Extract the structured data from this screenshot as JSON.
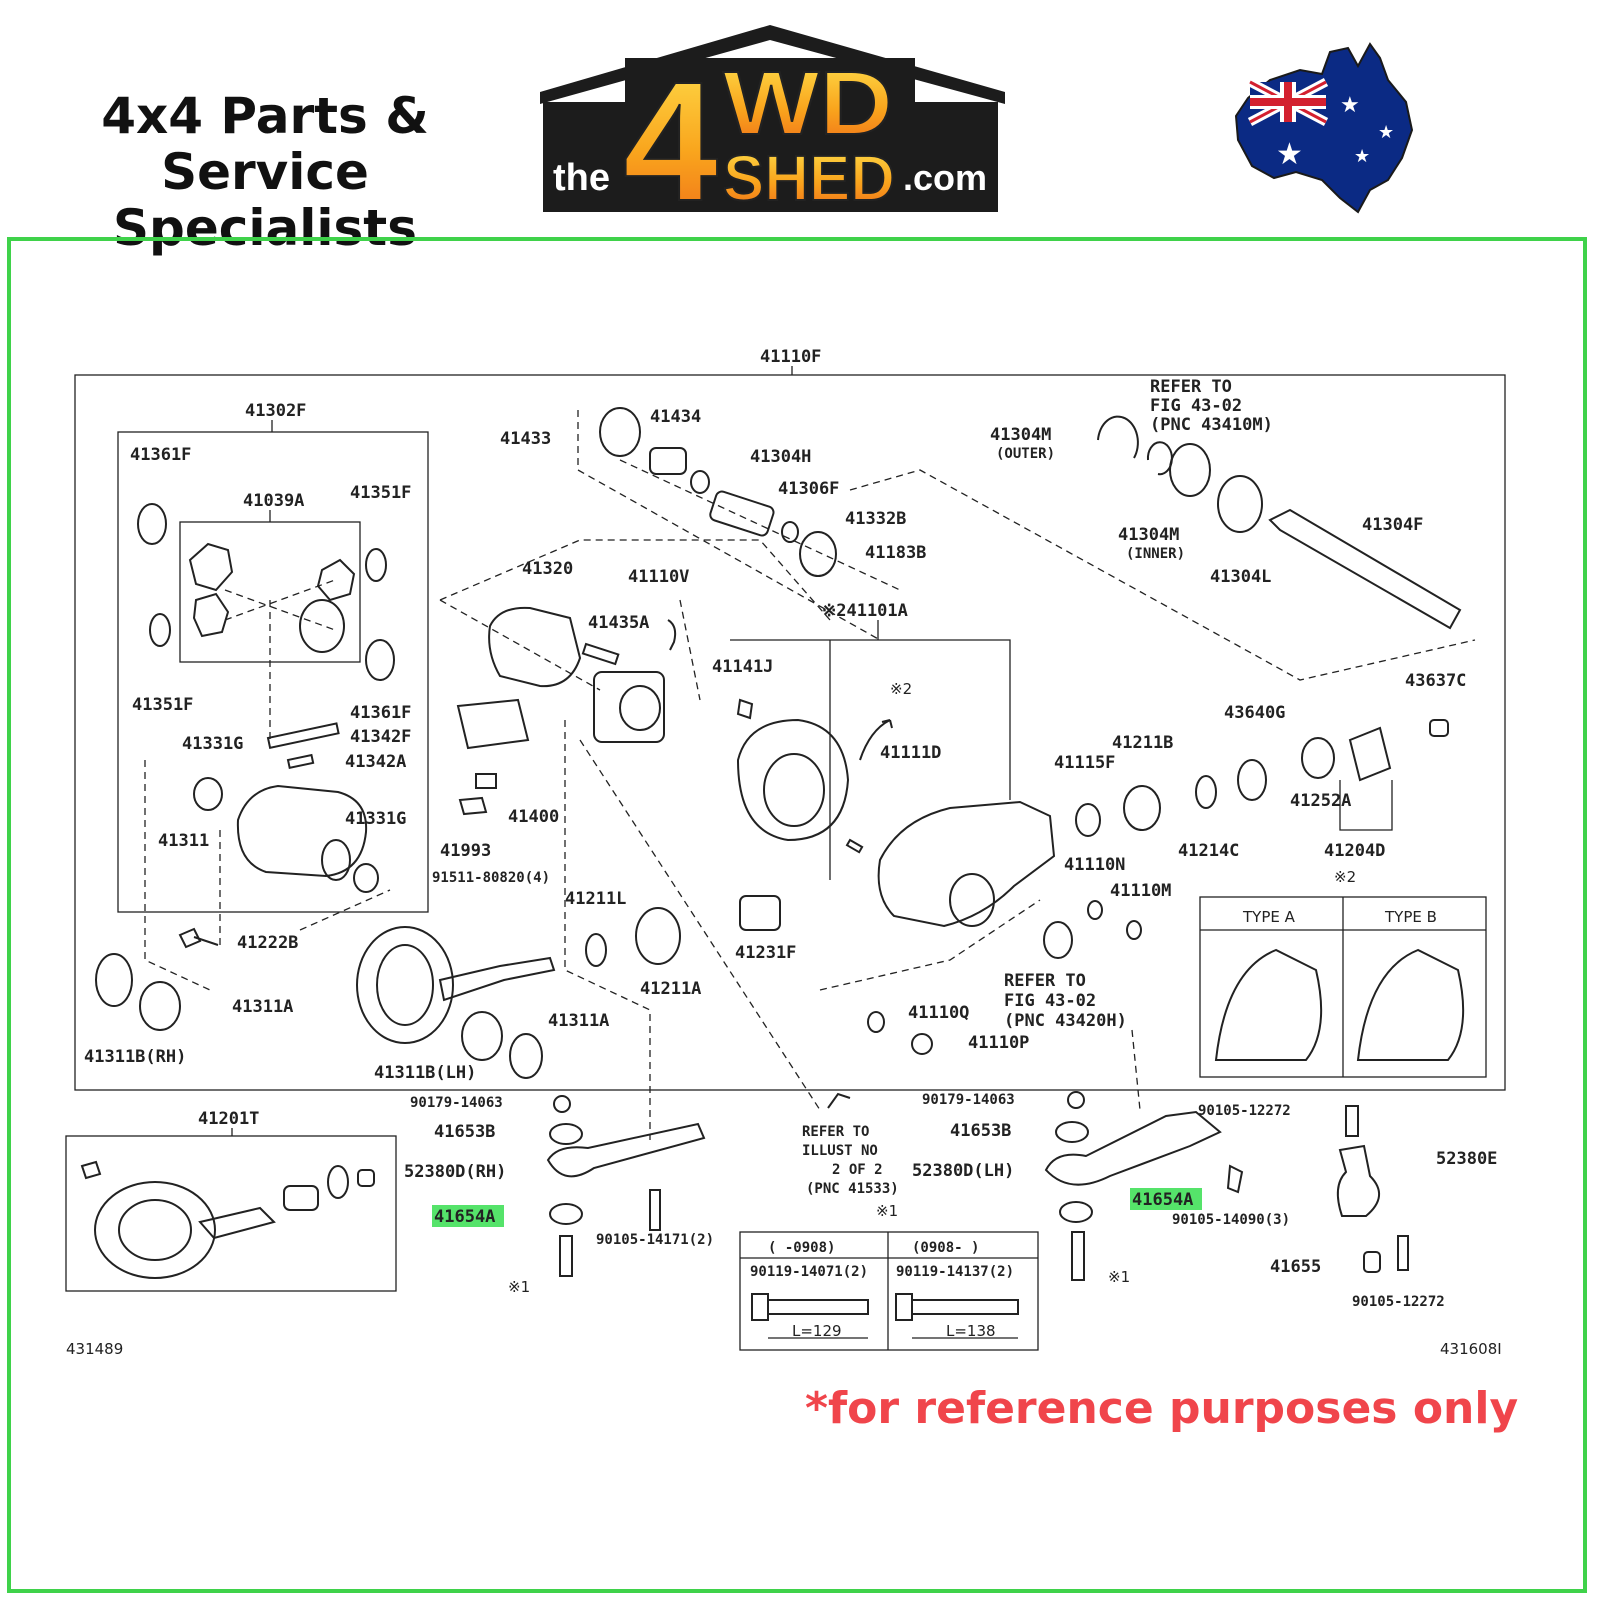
{
  "header": {
    "tagline_line1": "4x4 Parts & Service",
    "tagline_line2": "Specialists",
    "logo_the": "the",
    "logo_4wd": "4WD",
    "logo_shed": "SHED",
    "logo_com": ".com"
  },
  "diagram": {
    "main_assembly": "41110F",
    "figure_left_id": "431489",
    "figure_right_id": "431608I",
    "labels": {
      "p41302F": "41302F",
      "p41361F_top": "41361F",
      "p41039A": "41039A",
      "p41351F_top": "41351F",
      "p41351F_bot": "41351F",
      "p41361F_bot": "41361F",
      "p41342F": "41342F",
      "p41342A": "41342A",
      "p41331G_a": "41331G",
      "p41331G_b": "41331G",
      "p41311": "41311",
      "p41222B": "41222B",
      "p41311A_left": "41311A",
      "p41311B_RH": "41311B(RH)",
      "p41433": "41433",
      "p41434": "41434",
      "p41304H": "41304H",
      "p41306F": "41306F",
      "p41332B": "41332B",
      "p41183B": "41183B",
      "p41320": "41320",
      "p41110V": "41110V",
      "p41435A": "41435A",
      "p41400": "41400",
      "p41993": "41993",
      "p91511": "91511-80820(4)",
      "p41211L": "41211L",
      "p41211A": "41211A",
      "p41311A_mid": "41311A",
      "p41311B_LH": "41311B(LH)",
      "p41101A": "※241101A",
      "p41141J": "41141J",
      "p41111D": "41111D",
      "mark2": "※2",
      "p41231F": "41231F",
      "p41304M_outer": "41304M",
      "outer": "(OUTER)",
      "p41304M_inner": "41304M",
      "inner": "(INNER)",
      "refer_top_1": "REFER TO",
      "refer_top_2": "FIG 43-02",
      "refer_top_3": "(PNC 43410M)",
      "p41304L": "41304L",
      "p41304F": "41304F",
      "p43637C": "43637C",
      "p43640G": "43640G",
      "p41211B": "41211B",
      "p41115F": "41115F",
      "p41252A": "41252A",
      "p41214C": "41214C",
      "p41204D": "41204D",
      "p41110N": "41110N",
      "p41110M": "41110M",
      "refer_mid_1": "REFER TO",
      "refer_mid_2": "FIG 43-02",
      "refer_mid_3": "(PNC 43420H)",
      "p41110Q": "41110Q",
      "p41110P": "41110P",
      "mark2_types": "※2",
      "type_a": "TYPE A",
      "type_b": "TYPE B",
      "p41201T": "41201T",
      "p90179_left": "90179-14063",
      "p41653B_left": "41653B",
      "p52380D_RH": "52380D(RH)",
      "p41654A_left": "41654A",
      "p90105_14171": "90105-14171(2)",
      "mark1_left": "※1",
      "refer_bot_1": "REFER TO",
      "refer_bot_2": "ILLUST NO",
      "refer_bot_3": "2 OF 2",
      "refer_bot_4": "(PNC 41533)",
      "mark1_table": "※1",
      "range_left": "(  -0908)",
      "range_right": "(0908-  )",
      "bolt_left": "90119-14071(2)",
      "bolt_right": "90119-14137(2)",
      "len_left": "L=129",
      "len_right": "L=138",
      "p90179_right": "90179-14063",
      "p41653B_right": "41653B",
      "p52380D_LH": "52380D(LH)",
      "p41654A_right": "41654A",
      "p90105_14090": "90105-14090(3)",
      "mark1_right": "※1",
      "p90105_12272_top": "90105-12272",
      "p52380E": "52380E",
      "p41655": "41655",
      "p90105_12272_bot": "90105-12272"
    }
  },
  "disclaimer": "*for reference purposes only",
  "colors": {
    "frame_border": "#3fd24a",
    "highlight": "#55e36a",
    "disclaimer": "#f0454b",
    "logo_orange": "#f7931e",
    "logo_yellow": "#ffd21f",
    "logo_dark": "#1c1c1c"
  }
}
